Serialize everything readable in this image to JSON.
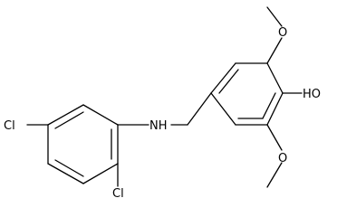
{
  "molecule": {
    "atoms": {
      "cl_left": "Cl",
      "cl_bottom": "Cl",
      "nh": "NH",
      "oh": "HO",
      "o_top": "O",
      "o_bottom": "O"
    }
  },
  "colors": {
    "bond": "#000000",
    "background": "#ffffff"
  }
}
